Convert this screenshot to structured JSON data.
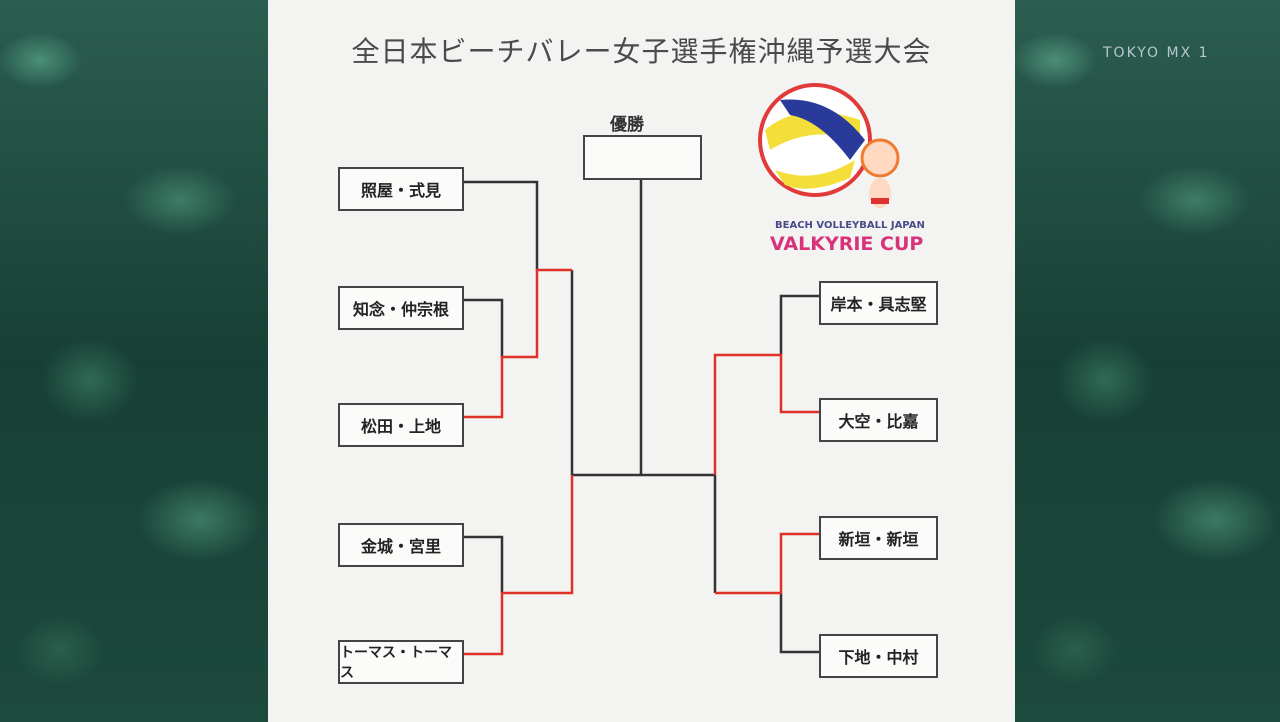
{
  "title": "全日本ビーチバレー女子選手権沖縄予選大会",
  "watermark": "TOKYO MX 1",
  "winner_label": "優勝",
  "logo": {
    "subtitle": "BEACH VOLLEYBALL JAPAN",
    "name": "VALKYRIE CUP"
  },
  "left_teams": [
    "照屋・式見",
    "知念・仲宗根",
    "松田・上地",
    "金城・宮里",
    "トーマス・トーマス"
  ],
  "right_teams": [
    "岸本・具志堅",
    "大空・比嘉",
    "新垣・新垣",
    "下地・中村"
  ],
  "colors": {
    "line": "#333333",
    "advance": "#e0302a",
    "board": "#f3f3f1"
  }
}
